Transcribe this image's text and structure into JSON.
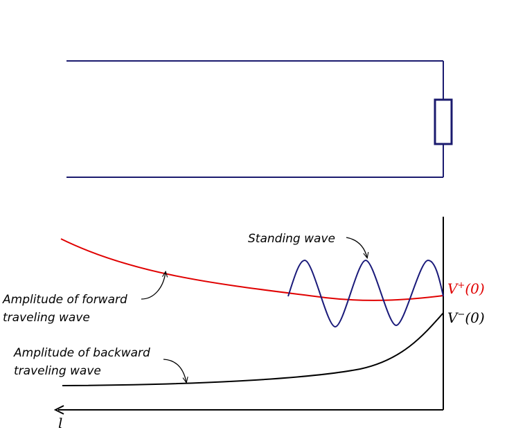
{
  "colors": {
    "circuit": "#1a1a6e",
    "forward_wave": "#e00000",
    "backward_wave": "#000000",
    "standing_wave": "#1a1a7a",
    "axis": "#000000"
  },
  "labels": {
    "standing_wave": "Standing wave",
    "forward_line1": "Amplitude of forward",
    "forward_line2": "traveling wave",
    "backward_line1": "Amplitude of backward",
    "backward_line2": "traveling wave",
    "v_plus": "V",
    "v_plus_sup": "+",
    "v_plus_arg": "(0)",
    "v_minus": "V",
    "v_minus_sup": "−",
    "v_minus_arg": "(0)",
    "axis_l": "l"
  },
  "icons": {
    "load": "resistor-icon",
    "axis_arrow": "arrow-left-icon"
  }
}
